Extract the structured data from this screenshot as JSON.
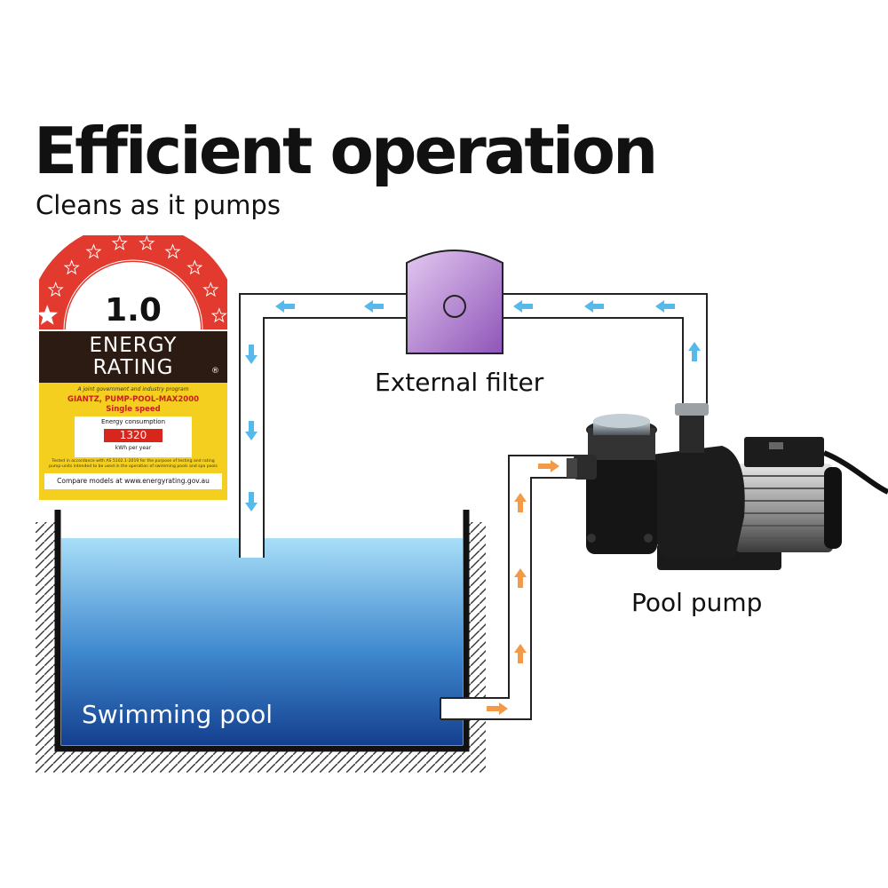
{
  "header": {
    "title": "Efficient operation",
    "subtitle": "Cleans as it pumps"
  },
  "diagram": {
    "filter_label": "External filter",
    "pump_label": "Pool pump",
    "pool_label": "Swimming pool",
    "colors": {
      "return_flow_arrow": "#55b9ec",
      "intake_flow_arrow": "#f39a48",
      "filter": "#b07ad3",
      "pool_water_top": "#a6dcf6",
      "pool_water_bottom": "#1a4f9c"
    }
  },
  "energy_label": {
    "rating_value": "1.0",
    "title_line1": "ENERGY",
    "title_line2": "RATING",
    "registered_mark": "®",
    "program_note": "A joint government and industry program",
    "model_line": "GIANTZ, PUMP-POOL-MAX2000",
    "speed_line": "Single speed",
    "consumption_label": "Energy consumption",
    "consumption_value": "1320",
    "consumption_unit": "kWh per year",
    "fine_print": "Tested in accordance with AS 5102.1-2019 for the purpose of testing and rating pump-units intended to be used in the operation of swimming pools and spa pools",
    "compare_text": "Compare models at www.energyrating.gov.au",
    "star_count": 10,
    "stars_filled": 1
  }
}
